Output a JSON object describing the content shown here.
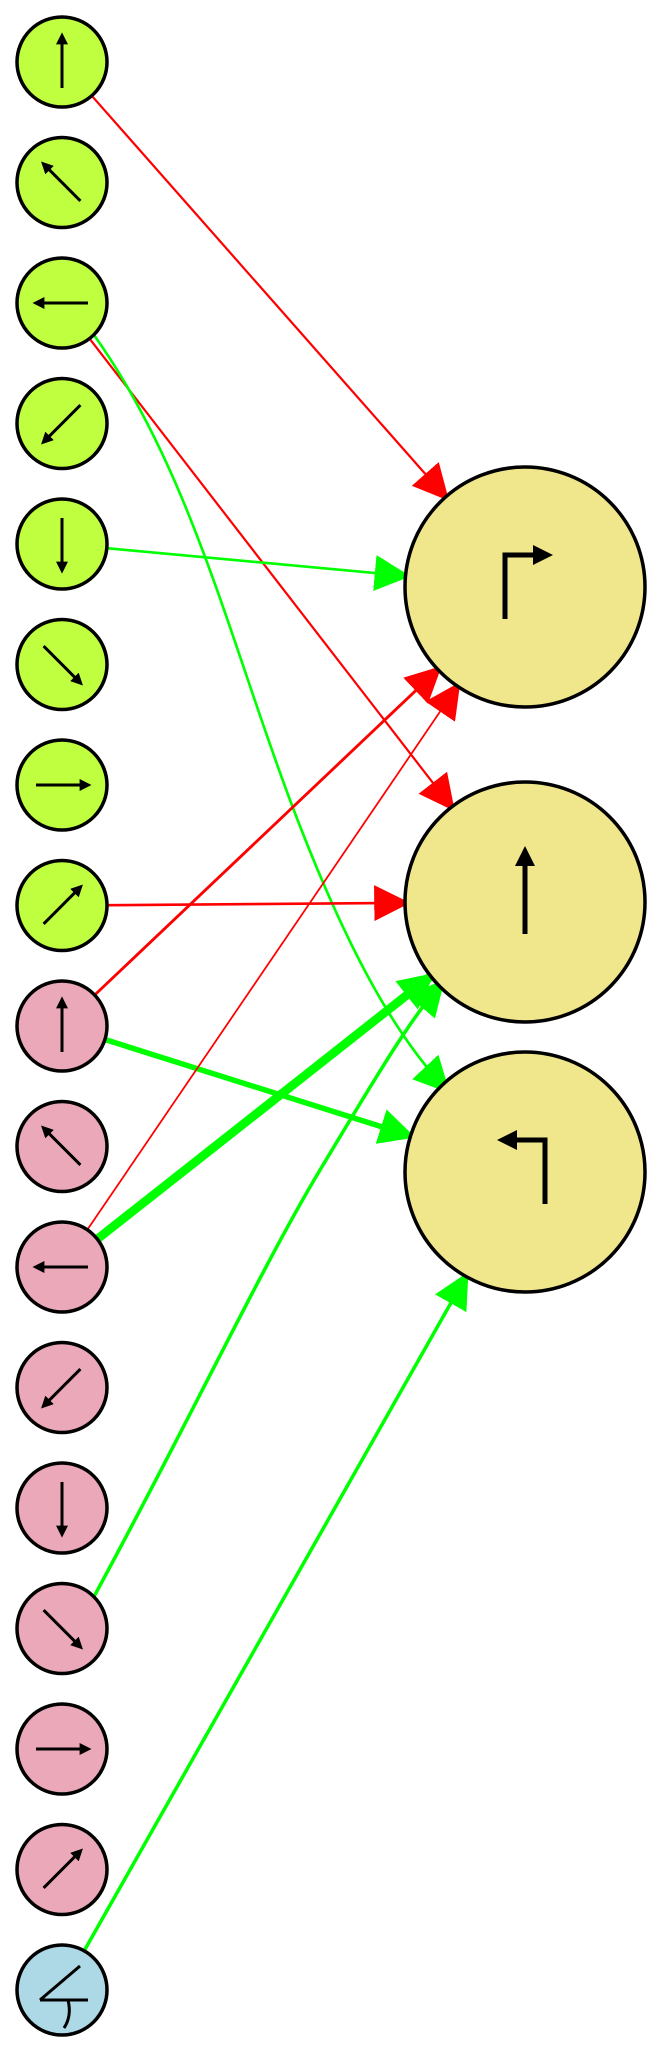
{
  "colors": {
    "background": "#ffffff",
    "input_green_fill": "#bfff40",
    "input_pink_fill": "#eba8b8",
    "input_blue_fill": "#add8e6",
    "output_fill": "#f0e68c",
    "node_stroke": "#000000",
    "glyph_stroke": "#000000",
    "excitatory": "#00ff00",
    "inhibitory": "#ff0000"
  },
  "inputs": [
    {
      "group": "green",
      "icon": "arrow-up-icon",
      "dir": "up"
    },
    {
      "group": "green",
      "icon": "arrow-up-left-icon",
      "dir": "upleft"
    },
    {
      "group": "green",
      "icon": "arrow-left-icon",
      "dir": "left"
    },
    {
      "group": "green",
      "icon": "arrow-down-left-icon",
      "dir": "downleft"
    },
    {
      "group": "green",
      "icon": "arrow-down-icon",
      "dir": "down"
    },
    {
      "group": "green",
      "icon": "arrow-down-right-icon",
      "dir": "downright"
    },
    {
      "group": "green",
      "icon": "arrow-right-icon",
      "dir": "right"
    },
    {
      "group": "green",
      "icon": "arrow-up-right-icon",
      "dir": "upright"
    },
    {
      "group": "pink",
      "icon": "arrow-up-icon",
      "dir": "up"
    },
    {
      "group": "pink",
      "icon": "arrow-up-left-icon",
      "dir": "upleft"
    },
    {
      "group": "pink",
      "icon": "arrow-left-icon",
      "dir": "left"
    },
    {
      "group": "pink",
      "icon": "arrow-down-left-icon",
      "dir": "downleft"
    },
    {
      "group": "pink",
      "icon": "arrow-down-icon",
      "dir": "down"
    },
    {
      "group": "pink",
      "icon": "arrow-down-right-icon",
      "dir": "downright"
    },
    {
      "group": "pink",
      "icon": "arrow-right-icon",
      "dir": "right"
    },
    {
      "group": "pink",
      "icon": "arrow-up-right-icon",
      "dir": "upright"
    },
    {
      "group": "blue",
      "icon": "angle-icon",
      "dir": "angle"
    }
  ],
  "outputs": [
    {
      "icon": "turn-right-icon",
      "glyph": "turn-right"
    },
    {
      "icon": "straight-up-icon",
      "glyph": "straight"
    },
    {
      "icon": "turn-left-icon",
      "glyph": "turn-left"
    }
  ],
  "connections": [
    {
      "from": 0,
      "to": 0,
      "sign": "inhibitory",
      "weight": 1.0,
      "curve": 0
    },
    {
      "from": 2,
      "to": 1,
      "sign": "inhibitory",
      "weight": 1.0,
      "curve": 0
    },
    {
      "from": 2,
      "to": 2,
      "sign": "excitatory",
      "weight": 1.2,
      "curve": 1
    },
    {
      "from": 4,
      "to": 0,
      "sign": "excitatory",
      "weight": 1.2,
      "curve": 0
    },
    {
      "from": 7,
      "to": 1,
      "sign": "inhibitory",
      "weight": 1.2,
      "curve": 0
    },
    {
      "from": 8,
      "to": 0,
      "sign": "inhibitory",
      "weight": 1.3,
      "curve": 0
    },
    {
      "from": 8,
      "to": 2,
      "sign": "excitatory",
      "weight": 2.5,
      "curve": 0
    },
    {
      "from": 10,
      "to": 0,
      "sign": "inhibitory",
      "weight": 0.8,
      "curve": 0
    },
    {
      "from": 10,
      "to": 1,
      "sign": "excitatory",
      "weight": 4.0,
      "curve": 0
    },
    {
      "from": 13,
      "to": 1,
      "sign": "excitatory",
      "weight": 1.6,
      "curve": 2
    },
    {
      "from": 16,
      "to": 2,
      "sign": "excitatory",
      "weight": 1.6,
      "curve": 0
    }
  ]
}
